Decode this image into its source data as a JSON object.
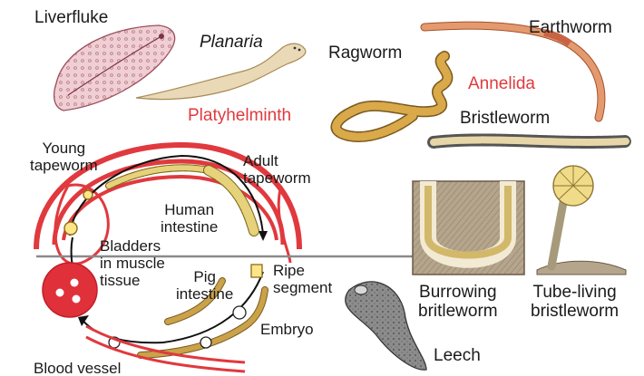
{
  "colors": {
    "group_label": "#e03a3e",
    "text": "#1a1a1a",
    "muscle_band": "#e0393e",
    "tapeworm_segment": "#e6d27a",
    "pig_intestine": "#c9a24a",
    "leech": "#8c8c8c",
    "earthworm": "#e39a6e",
    "ragworm": "#d9a94a"
  },
  "labels": {
    "liverfluke": "Liverfluke",
    "planaria": "Planaria",
    "platyhelminth": "Platyhelminth",
    "ragworm": "Ragworm",
    "earthworm": "Earthworm",
    "annelida": "Annelida",
    "bristleworm": "Bristleworm",
    "young_tapeworm": "Young\ntapeworm",
    "adult_tapeworm": "Adult\ntapeworm",
    "human_intestine": "Human\nintestine",
    "bladders": "Bladders\nin muscle\ntissue",
    "pig_intestine": "Pig\nintestine",
    "ripe_segment": "Ripe\nsegment",
    "embryo": "Embryo",
    "blood_vessel": "Blood vessel",
    "burrowing": "Burrowing\nbritleworm",
    "tube_living": "Tube-living\nbristleworm",
    "leech": "Leech"
  }
}
